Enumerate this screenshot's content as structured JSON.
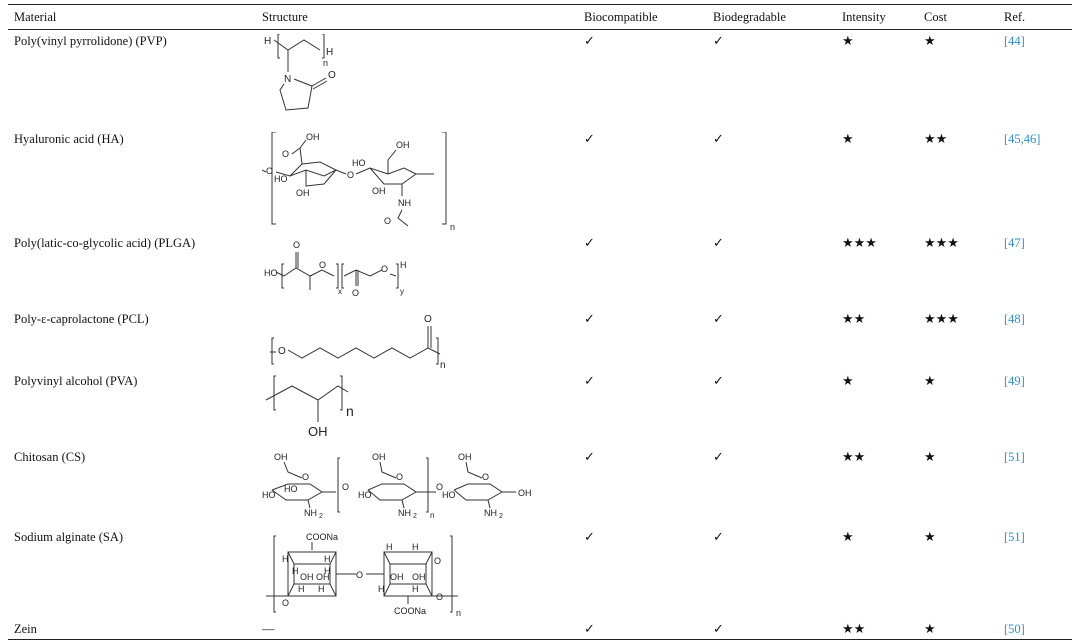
{
  "headers": {
    "material": "Material",
    "structure": "Structure",
    "biocompatible": "Biocompatible",
    "biodegradable": "Biodegradable",
    "intensity": "Intensity",
    "cost": "Cost",
    "ref": "Ref."
  },
  "rows": [
    {
      "material": "Poly(vinyl pyrrolidone) (PVP)",
      "structure": "pvp",
      "biocompatible": "✓",
      "biodegradable": "✓",
      "intensity": "★",
      "cost": "★",
      "ref": "[44]"
    },
    {
      "material": "Hyaluronic acid (HA)",
      "structure": "ha",
      "biocompatible": "✓",
      "biodegradable": "✓",
      "intensity": "★",
      "cost": "★★",
      "ref": "[45,46]"
    },
    {
      "material": "Poly(latic-co-glycolic acid) (PLGA)",
      "structure": "plga",
      "biocompatible": "✓",
      "biodegradable": "✓",
      "intensity": "★★★",
      "cost": "★★★",
      "ref": "[47]"
    },
    {
      "material": "Poly-ε-caprolactone (PCL)",
      "structure": "pcl",
      "biocompatible": "✓",
      "biodegradable": "✓",
      "intensity": "★★",
      "cost": "★★★",
      "ref": "[48]"
    },
    {
      "material": "Polyvinyl alcohol (PVA)",
      "structure": "pva",
      "biocompatible": "✓",
      "biodegradable": "✓",
      "intensity": "★",
      "cost": "★",
      "ref": "[49]"
    },
    {
      "material": "Chitosan (CS)",
      "structure": "cs",
      "biocompatible": "✓",
      "biodegradable": "✓",
      "intensity": "★★",
      "cost": "★",
      "ref": "[51]"
    },
    {
      "material": "Sodium alginate (SA)",
      "structure": "sa",
      "biocompatible": "✓",
      "biodegradable": "✓",
      "intensity": "★",
      "cost": "★",
      "ref": "[51]"
    },
    {
      "material": "Zein",
      "structure_text": "—",
      "biocompatible": "✓",
      "biodegradable": "✓",
      "intensity": "★★",
      "cost": "★",
      "ref": "[50]"
    }
  ],
  "structure_labels": {
    "pvp": {
      "h_left": "H",
      "h_right": "H",
      "n": "n",
      "n_atom": "N",
      "o_atom": "O"
    },
    "ha": {
      "oh1": "OH",
      "o1": "O",
      "ho1": "HO",
      "oh2": "OH",
      "o_link": "O",
      "oh3": "OH",
      "ho2": "HO",
      "oh4": "OH",
      "nh": "NH",
      "o_acyl": "O",
      "o_left": "O",
      "n": "n"
    },
    "plga": {
      "ho": "HO",
      "o1": "O",
      "o2": "O",
      "x": "x",
      "o3": "O",
      "o4": "O",
      "y": "y",
      "h": "H"
    },
    "pcl": {
      "o_left": "O",
      "o_right": "O",
      "n": "n"
    },
    "pva": {
      "n": "n",
      "oh": "OH"
    },
    "cs": {
      "oh1": "OH",
      "o1": "O",
      "ho1": "HO",
      "ho2": "HO",
      "nh2a": "NH",
      "sub2a": "2",
      "o2": "O",
      "oh2": "OH",
      "o3": "O",
      "ho3": "HO",
      "nh2b": "NH",
      "sub2b": "2",
      "n": "n",
      "oh3": "OH",
      "o4": "O",
      "o5": "O",
      "ho4": "HO",
      "oh5": "OH",
      "nh2c": "NH",
      "sub2c": "2"
    },
    "sa": {
      "coona1": "COONa",
      "h1": "H",
      "h2": "H",
      "h3": "H",
      "h4": "H",
      "oh1": "OH",
      "oh2": "OH",
      "h5": "H",
      "h6": "H",
      "o1": "O",
      "o2": "O",
      "h7": "H",
      "h8": "H",
      "oh3": "OH",
      "oh4": "OH",
      "h9": "H",
      "h10": "H",
      "o3": "O",
      "o4": "O",
      "coona2": "COONa",
      "n": "n"
    }
  }
}
